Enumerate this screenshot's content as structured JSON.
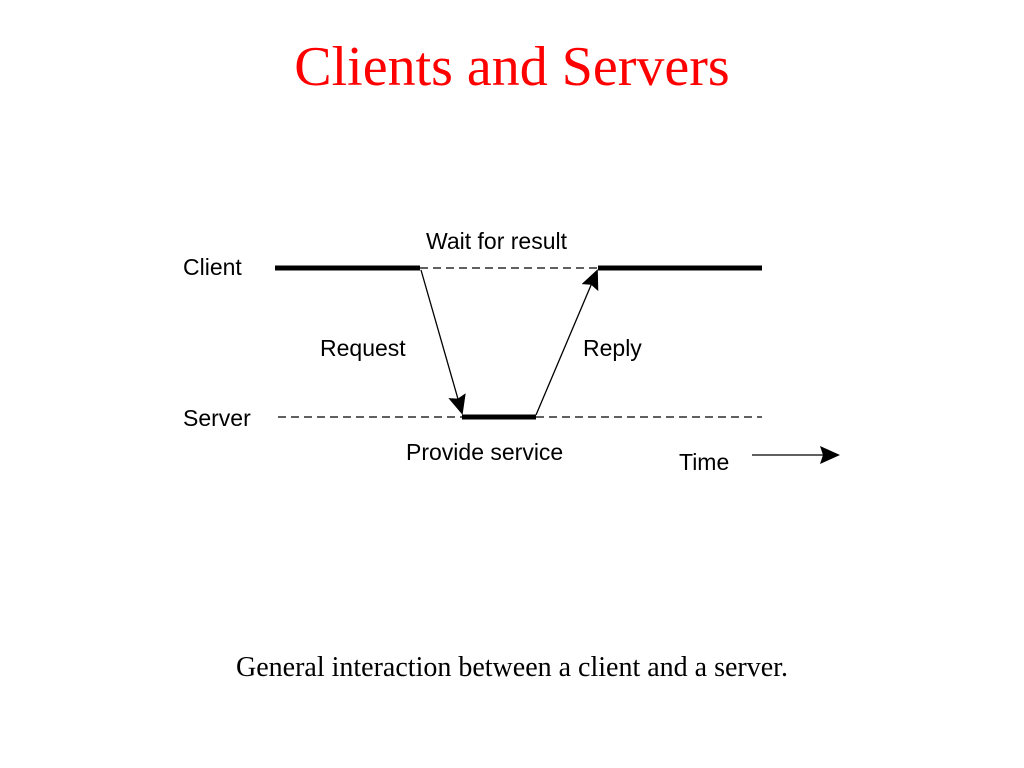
{
  "title": "Clients and Servers",
  "caption": "General interaction between a client and a server.",
  "diagram": {
    "client_label": "Client",
    "server_label": "Server",
    "wait_label": "Wait for result",
    "request_label": "Request",
    "reply_label": "Reply",
    "service_label": "Provide service",
    "time_label": "Time"
  },
  "colors": {
    "title": "#ff0000",
    "caption": "#000000",
    "line": "#000000"
  }
}
